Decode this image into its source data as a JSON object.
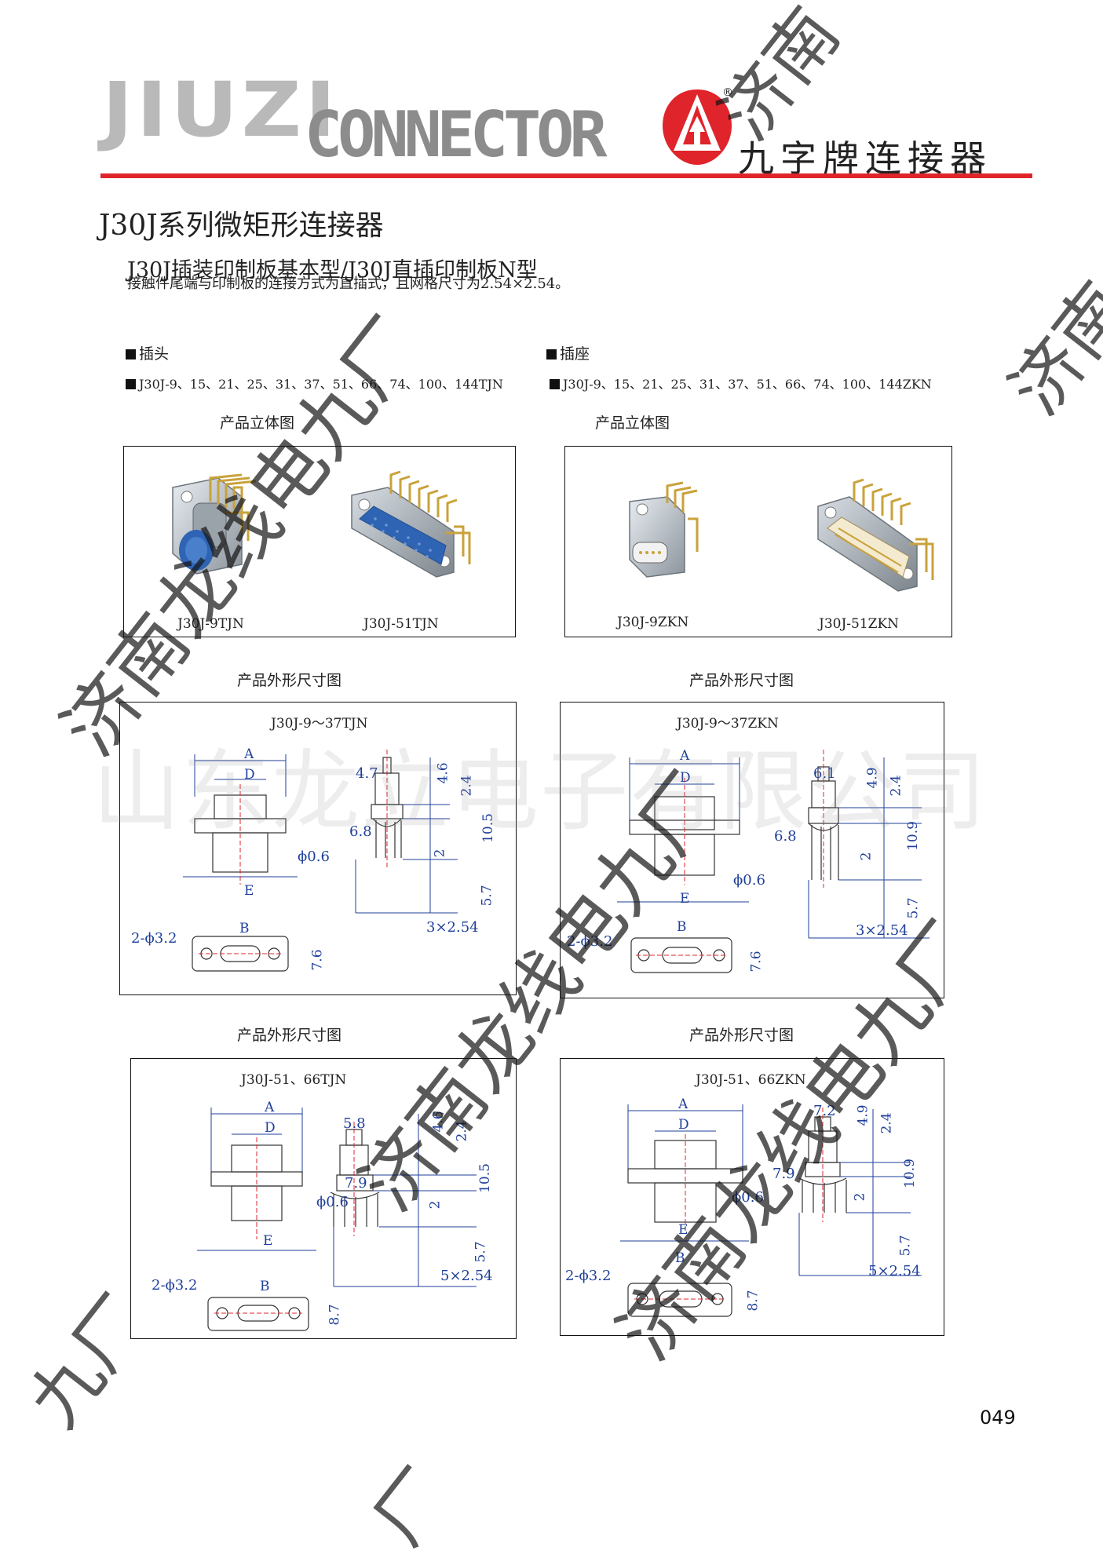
{
  "header": {
    "brand_line1": "JIUZI",
    "brand_line2": "CONNECTOR",
    "brand_cn": "九字牌连接器",
    "registered_mark": "®",
    "brand_color": "#e0242b"
  },
  "title": "J30J系列微矩形连接器",
  "subtitle": "J30J插装印制板基本型/J30J直插印制板N型",
  "description": "接触件尾端与印制板的连接方式为直插式，且网格尺寸为2.54×2.54。",
  "sections": {
    "plug_heading": "插头",
    "socket_heading": "插座",
    "plug_models": "J30J-9、15、21、25、31、37、51、66、74、100、144TJN",
    "socket_models": "J30J-9、15、21、25、31、37、51、66、74、100、144ZKN"
  },
  "captions": {
    "photo_left": "产品立体图",
    "photo_right": "产品立体图",
    "dim_tl": "产品外形尺寸图",
    "dim_tr": "产品外形尺寸图",
    "dim_bl": "产品外形尺寸图",
    "dim_br": "产品外形尺寸图"
  },
  "photos": {
    "plug_small": "J30J-9TJN",
    "plug_large": "J30J-51TJN",
    "socket_small": "J30J-9ZKN",
    "socket_large": "J30J-51ZKN"
  },
  "drawings": {
    "tl": {
      "title": "J30J-9～37TJN",
      "A": "A",
      "D": "D",
      "E": "E",
      "B": "B",
      "w1": "4.7",
      "w2": "6.8",
      "pin": "ϕ0.6",
      "holes": "2-ϕ3.2",
      "h1": "4.6",
      "h2": "2.4",
      "h3": "10.5",
      "h4": "2",
      "h5": "5.7",
      "pitch": "3×2.54",
      "depth": "7.6"
    },
    "tr": {
      "title": "J30J-9～37ZKN",
      "A": "A",
      "D": "D",
      "E": "E",
      "B": "B",
      "w1": "6.1",
      "w2": "6.8",
      "pin": "ϕ0.6",
      "holes": "2-ϕ3.2",
      "h1": "4.9",
      "h2": "2.4",
      "h3": "10.9",
      "h4": "2",
      "h5": "5.7",
      "pitch": "3×2.54",
      "depth": "7.6"
    },
    "bl": {
      "title": "J30J-51、66TJN",
      "A": "A",
      "D": "D",
      "E": "E",
      "B": "B",
      "w1": "5.8",
      "w2": "7.9",
      "pin": "ϕ0.6",
      "holes": "2-ϕ3.2",
      "h1": "4.6",
      "h2": "2.4",
      "h3": "10.5",
      "h4": "2",
      "h5": "5.7",
      "pitch": "5×2.54",
      "depth": "8.7"
    },
    "br": {
      "title": "J30J-51、66ZKN",
      "A": "A",
      "D": "D",
      "E": "E",
      "B": "B",
      "w1": "7.2",
      "w2": "7.9",
      "pin": "ϕ0.6",
      "holes": "2-ϕ3.2",
      "h1": "4.9",
      "h2": "2.4",
      "h3": "10.9",
      "h4": "2",
      "h5": "5.7",
      "pitch": "5×2.54",
      "depth": "8.7"
    }
  },
  "watermarks": {
    "company": "山东龙立电子有限公司",
    "diag1": "济南龙线电九厂",
    "diag2": "济南龙线电九厂",
    "diag3": "济南龙线电九厂",
    "corner_top": "济南",
    "corner_right": "济南",
    "corner_left": "九厂",
    "corner_bottom": "厂"
  },
  "page_number": "049",
  "colors": {
    "dimension_blue": "#1f3f9a",
    "center_red": "#e0242b",
    "pin_gold": "#c9a23a",
    "insulator_blue": "#2f64b4"
  }
}
